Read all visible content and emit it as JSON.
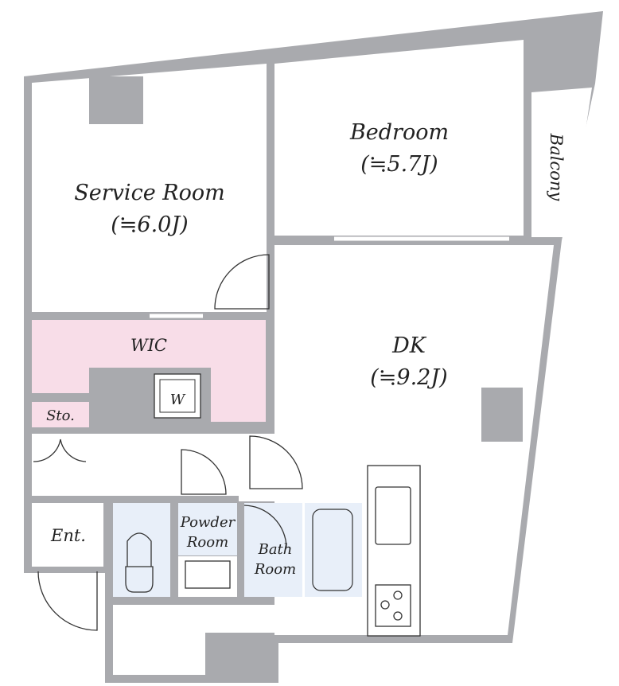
{
  "rooms": {
    "service_room": {
      "name": "Service Room",
      "size": "(≒6.0J)"
    },
    "bedroom": {
      "name": "Bedroom",
      "size": "(≒5.7J)"
    },
    "balcony": {
      "name": "Balcony"
    },
    "dk": {
      "name": "DK",
      "size": "(≒9.2J)"
    },
    "wic": {
      "name": "WIC"
    },
    "washer": {
      "name": "W"
    },
    "storage": {
      "name": "Sto."
    },
    "entrance": {
      "name": "Ent."
    },
    "powder_room": {
      "line1": "Powder",
      "line2": "Room"
    },
    "bath_room": {
      "line1": "Bath",
      "line2": "Room"
    }
  },
  "colors": {
    "wall": "#a9aaae",
    "wic": "#f8dde8",
    "wet": "#e8eff9"
  }
}
